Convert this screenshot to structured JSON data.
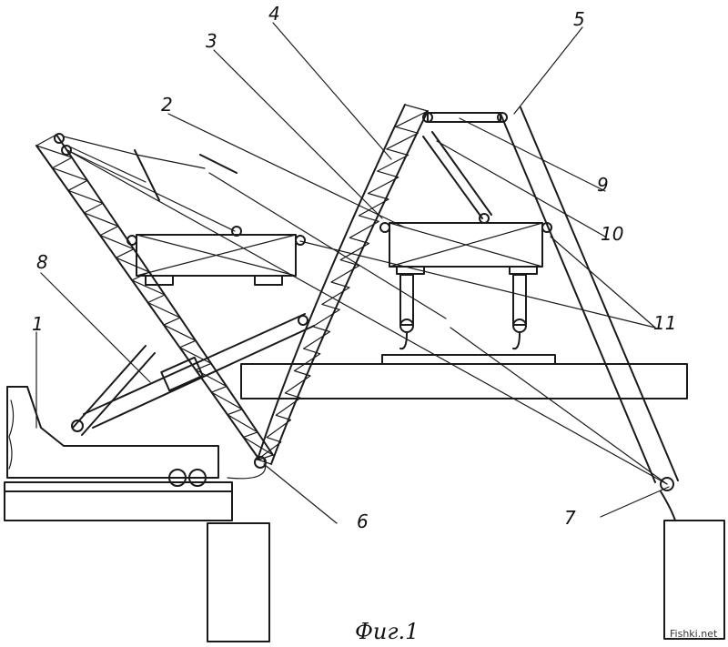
{
  "figure": {
    "caption": "Фиг.1",
    "watermark": "Fishki.net",
    "labels": {
      "l1": "1",
      "l2": "2",
      "l3": "3",
      "l4": "4",
      "l5": "5",
      "l6": "6",
      "l7": "7",
      "l8": "8",
      "l9": "9",
      "l10": "10",
      "l11": "11"
    }
  }
}
